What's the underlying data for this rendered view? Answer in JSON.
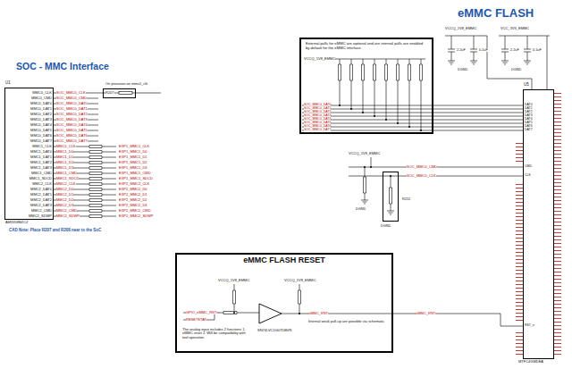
{
  "diagram": {
    "nodes": [
      {
        "text": [
          "U1",
          "AM3358BZCZ"
        ]
      },
      {
        "text": [
          "External pulls for eMMC are optional and are internal pulls are enabled by default for the eMMC interface"
        ]
      },
      {
        "text": [
          "U5",
          "MTFC4GMDEA"
        ]
      },
      {
        "text": [
          "eMMC FLASH RESET",
          "The analog input includes 2 functions 1. eMMC reset 2. Will be compatibility with tool operation"
        ]
      },
      {
        "text": [
          "R207"
        ]
      },
      {
        "text": [
          "R211"
        ]
      }
    ],
    "labels": [
      "MMC0_CLK",
      "MMC0_CMD",
      "MMC0_DAT0",
      "MMC0_DAT1",
      "MMC0_DAT2",
      "MMC0_DAT3",
      "MMC0_DAT4",
      "MMC0_DAT5",
      "MMC0_DAT6",
      "MMC0_DAT7",
      "MMC1_CLK",
      "MMC1_DAT0",
      "MMC1_DAT1",
      "MMC1_DAT2",
      "MMC1_DAT3",
      "MMC1_CMD",
      "MMC1_SDCD",
      "MMC2_CLK",
      "MMC2_DAT0",
      "MMC2_DAT1",
      "MMC2_DAT2",
      "MMC2_DAT3",
      "MMC2_CMD",
      "MMC2_SDWP",
      "SOC_MMC0_CLK",
      "SOC_MMC0_CMD",
      "SOC_MMC0_DAT0",
      "SOC_MMC0_DAT1",
      "SOC_MMC0_DAT2",
      "SOC_MMC0_DAT3",
      "SOC_MMC0_DAT4",
      "SOC_MMC0_DAT5",
      "SOC_MMC0_DAT6",
      "SOC_MMC0_DAT7",
      "MMC1_CLK",
      "MMC1_D0",
      "MMC1_D1",
      "MMC1_D2",
      "MMC1_D3",
      "MMC1_CMD",
      "MMC1_SDCD",
      "MMC2_CLK",
      "MMC2_D0",
      "MMC2_D1",
      "MMC2_D2",
      "MMC2_D3",
      "MMC2_CMD",
      "MMC2_SDWP",
      "EXP1_MMC1_CLK",
      "EXP1_MMC1_D0",
      "EXP1_MMC1_D1",
      "EXP1_MMC1_D2",
      "EXP1_MMC1_D3",
      "EXP1_MMC1_CMD",
      "EXP1_MMC1_SDCD",
      "EXP2_MMC2_CLK",
      "EXP2_MMC2_D0",
      "EXP2_MMC2_D1",
      "EXP2_MMC2_D2",
      "EXP2_MMC2_D3",
      "EXP2_MMC2_CMD",
      "EXP2_MMC2_SDWP",
      "SOC_MMC0_DAT0",
      "SOC_MMC0_DAT1",
      "SOC_MMC0_DAT2",
      "SOC_MMC0_DAT3",
      "SOC_MMC0_DAT4",
      "SOC_MMC0_DAT5",
      "SOC_MMC0_DAT6",
      "SOC_MMC0_DAT7",
      "DAT0",
      "DAT1",
      "DAT2",
      "DAT3",
      "DAT4",
      "DAT5",
      "DAT6",
      "DAT7",
      "CMD",
      "CLK",
      "RST_n",
      "SOC - MMC Interface",
      "eMMC FLASH",
      "On provision on mmc0_clk",
      "CAD Note: Place R207 and R208 near to the SoC",
      "SOC_MMC0_CMD",
      "SOC_MMC0_CLK",
      "VCCQ_1V8_EMMC",
      "VCCQ_1V8_EMMC",
      "VCCQ_1V8_EMMC",
      "VCC_3V3_EMMC",
      "2.2uF",
      "0.1uF",
      "2.2uF",
      "0.1uF",
      "DGND",
      "DGND",
      "DGND",
      "DGND",
      "GPIO_eMMC_RSTn",
      "RESETSTATn",
      "VCCQ_1V8_EMMC",
      "VCCQ_1V8_EMMC",
      "SN74LVC1G07DBVR",
      "eMMC_RSTn",
      "Internal weak pull-up are possible via schematic",
      "eMMC_RSTn"
    ]
  }
}
